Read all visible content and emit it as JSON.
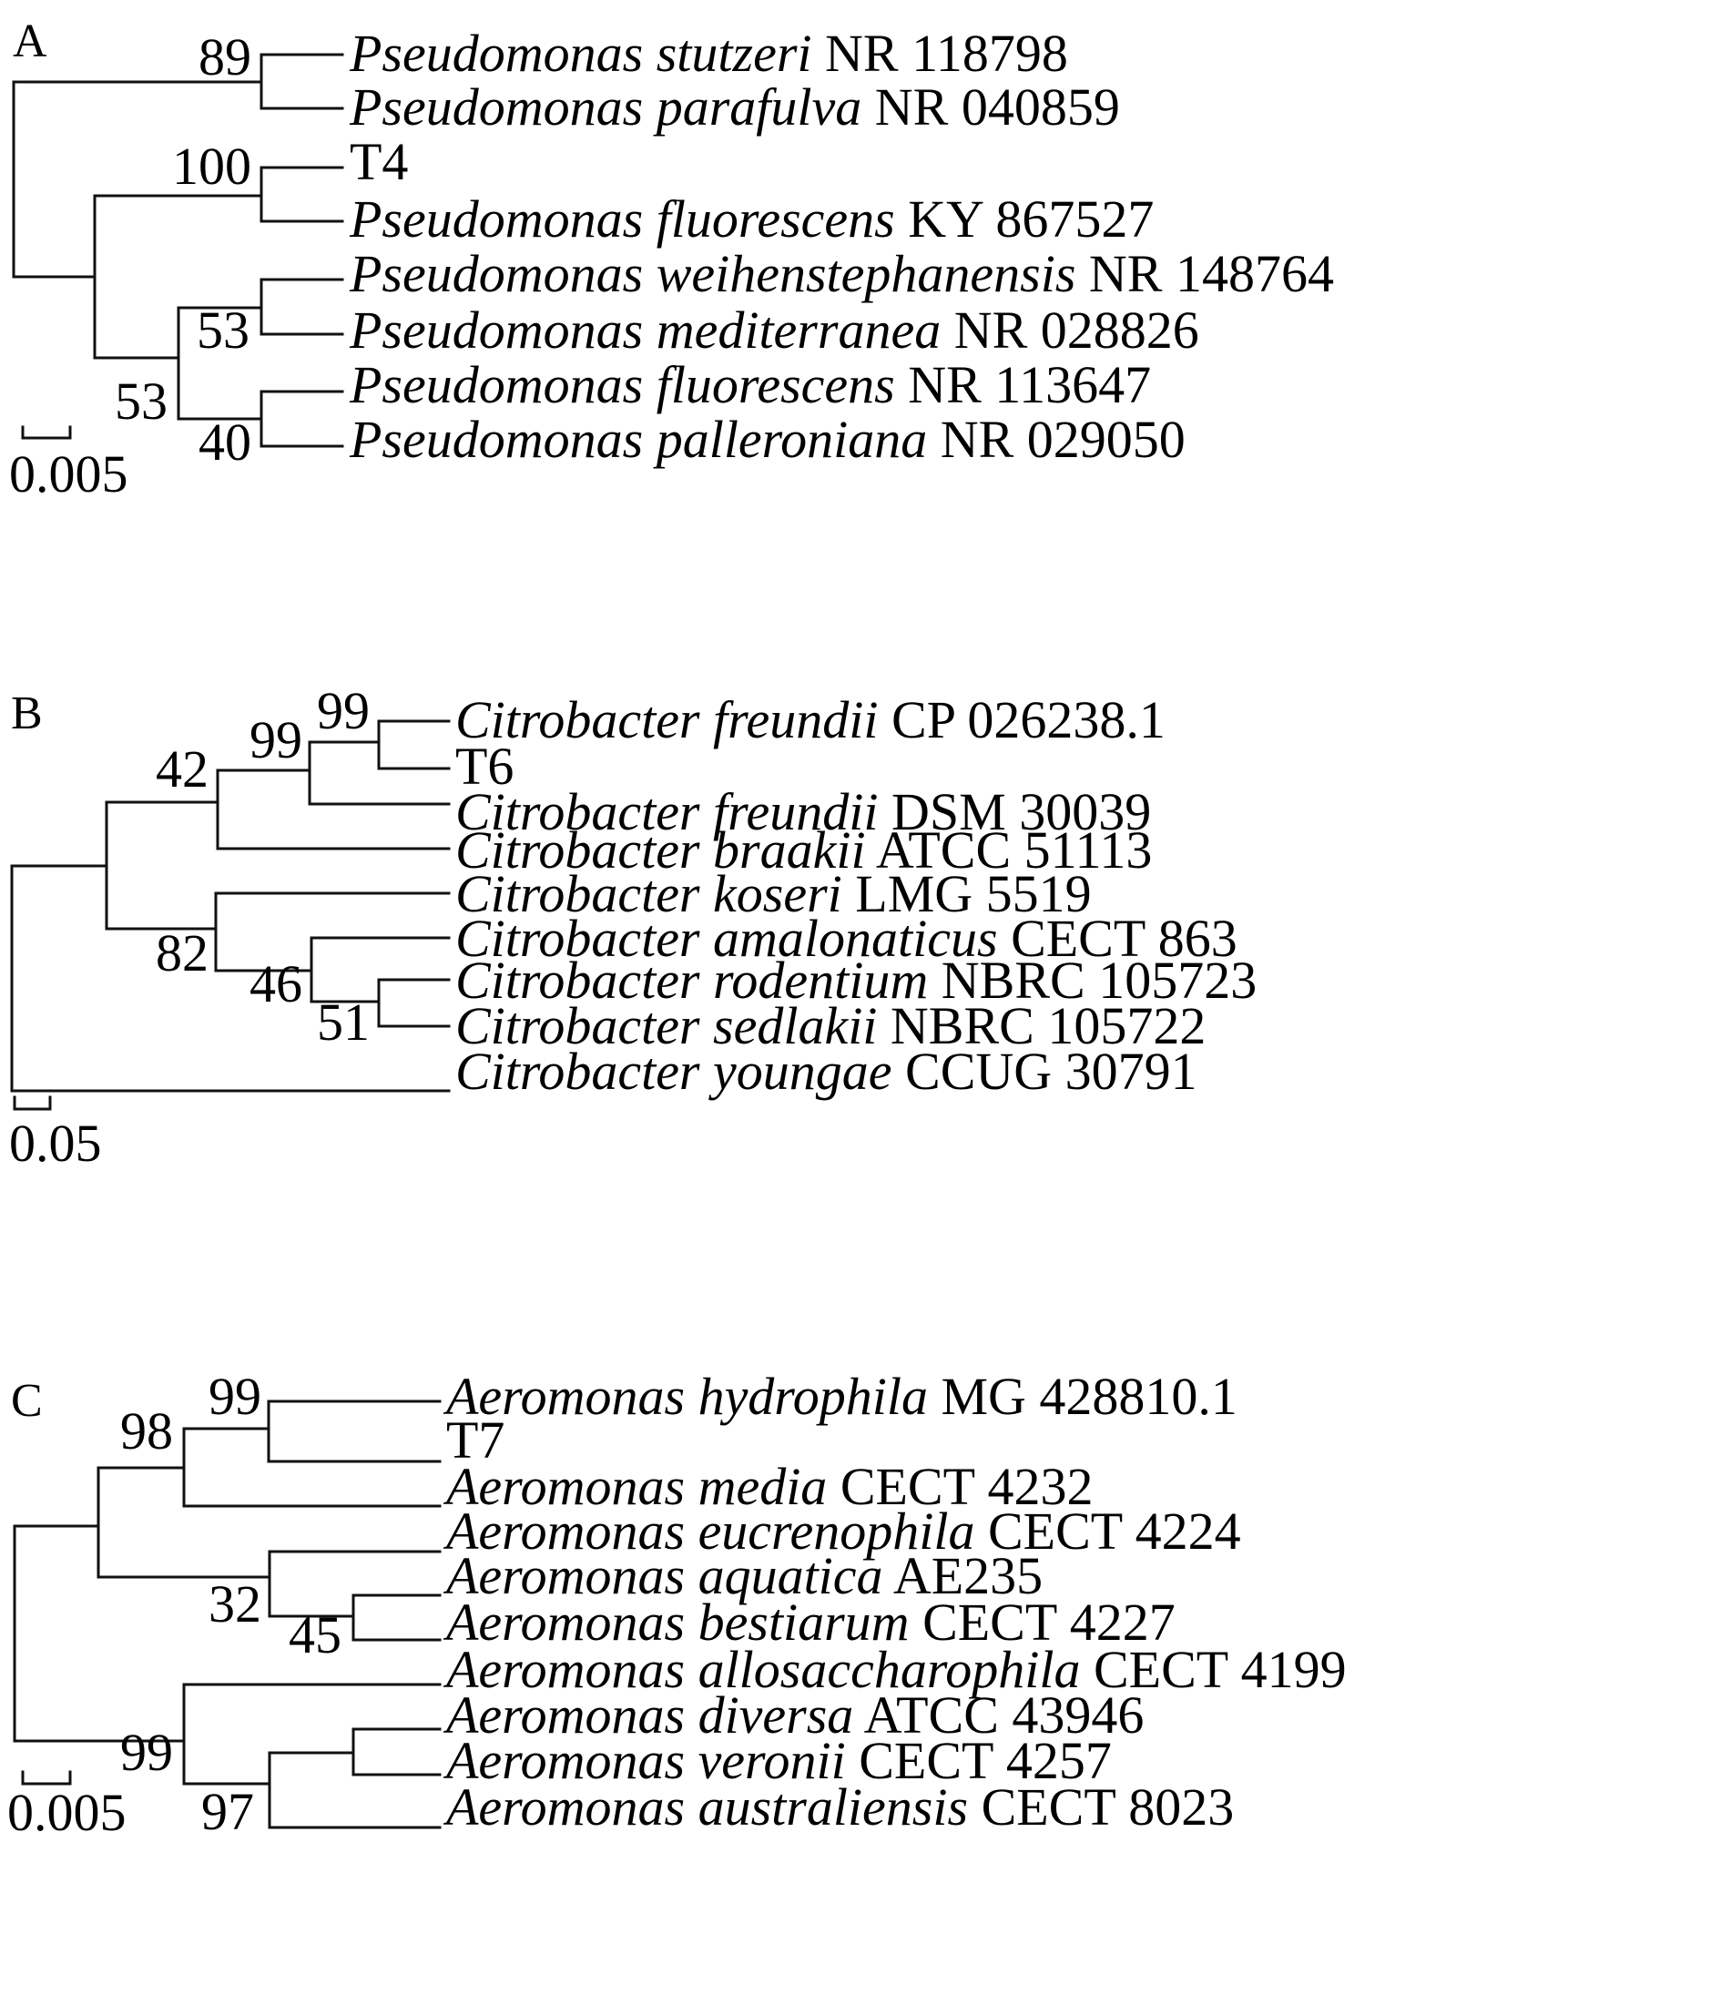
{
  "figure": {
    "panels": [
      {
        "id": "A",
        "label": "A",
        "scale_bar": "0.005",
        "leaves": [
          {
            "genus": "Pseudomonas",
            "species": "stutzeri",
            "accession": "NR 118798"
          },
          {
            "genus": "Pseudomonas",
            "species": "parafulva",
            "accession": "NR 040859"
          },
          {
            "genus": "",
            "species": "",
            "accession": "T4"
          },
          {
            "genus": "Pseudomonas",
            "species": "fluorescens",
            "accession": "KY 867527"
          },
          {
            "genus": "Pseudomonas",
            "species": "weihenstephanensis",
            "accession": "NR 148764"
          },
          {
            "genus": "Pseudomonas",
            "species": "mediterranea",
            "accession": "NR 028826"
          },
          {
            "genus": "Pseudomonas",
            "species": "fluorescens",
            "accession": "NR 113647"
          },
          {
            "genus": "Pseudomonas",
            "species": "palleroniana",
            "accession": "NR 029050"
          }
        ],
        "bootstrap": [
          "89",
          "100",
          "53",
          "53",
          "40"
        ]
      },
      {
        "id": "B",
        "label": "B",
        "scale_bar": "0.05",
        "leaves": [
          {
            "genus": "Citrobacter",
            "species": "freundii",
            "accession": "CP 026238.1"
          },
          {
            "genus": "",
            "species": "",
            "accession": "T6"
          },
          {
            "genus": "Citrobacter",
            "species": "freundii",
            "accession": "DSM 30039"
          },
          {
            "genus": "Citrobacter",
            "species": "braakii",
            "accession": "ATCC 51113"
          },
          {
            "genus": "Citrobacter",
            "species": "koseri",
            "accession": "LMG 5519"
          },
          {
            "genus": "Citrobacter",
            "species": "amalonaticus",
            "accession": "CECT 863"
          },
          {
            "genus": "Citrobacter",
            "species": "rodentium",
            "accession": "NBRC 105723"
          },
          {
            "genus": "Citrobacter",
            "species": "sedlakii",
            "accession": "NBRC 105722"
          },
          {
            "genus": "Citrobacter",
            "species": "youngae",
            "accession": "CCUG 30791"
          }
        ],
        "bootstrap": [
          "99",
          "99",
          "42",
          "82",
          "46",
          "51"
        ]
      },
      {
        "id": "C",
        "label": "C",
        "scale_bar": "0.005",
        "leaves": [
          {
            "genus": "Aeromonas",
            "species": "hydrophila",
            "accession": "MG 428810.1"
          },
          {
            "genus": "",
            "species": "",
            "accession": "T7"
          },
          {
            "genus": "Aeromonas",
            "species": "media",
            "accession": "CECT 4232"
          },
          {
            "genus": "Aeromonas",
            "species": "eucrenophila",
            "accession": "CECT 4224"
          },
          {
            "genus": "Aeromonas",
            "species": "aquatica",
            "accession": "AE235"
          },
          {
            "genus": "Aeromonas",
            "species": "bestiarum",
            "accession": "CECT 4227"
          },
          {
            "genus": "Aeromonas",
            "species": "allosaccharophila",
            "accession": "CECT 4199"
          },
          {
            "genus": "Aeromonas",
            "species": "diversa",
            "accession": "ATCC 43946"
          },
          {
            "genus": "Aeromonas",
            "species": "veronii",
            "accession": "CECT 4257"
          },
          {
            "genus": "Aeromonas",
            "species": "australiensis",
            "accession": "CECT 8023"
          }
        ],
        "bootstrap": [
          "99",
          "98",
          "32",
          "45",
          "99",
          "97"
        ]
      }
    ]
  }
}
